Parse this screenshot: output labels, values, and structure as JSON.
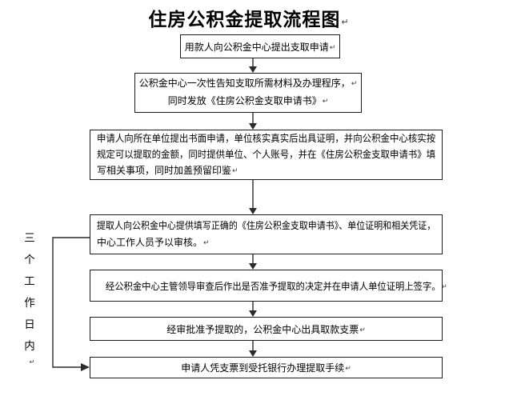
{
  "title": {
    "text": "住房公积金提取流程图"
  },
  "paragraph_mark": "↵",
  "steps": [
    {
      "name": "step-1",
      "lines": [
        "用款人向公积金中心提出支取申请"
      ]
    },
    {
      "name": "step-2",
      "lines": [
        "公积金中心一次性告知支取所需材料及办理程序，",
        "同时发放《住房公积金支取申请书》"
      ]
    },
    {
      "name": "step-3",
      "lines": [
        "申请人向所在单位提出书面申请，单位核实真实后出具证明，并向公积金中心核实按",
        "规定可以提取的金额，同时提供单位、个人账号，并在《住房公积金支取申请书》填",
        "写相关事项，同时加盖预留印鉴"
      ]
    },
    {
      "name": "step-4",
      "lines": [
        "提取人向公积金中心提供填写正确的《住房公积金支取申请书》、单位证明和相关凭证，",
        "中心工作人员予以审核。"
      ]
    },
    {
      "name": "step-5",
      "lines": [
        "经公积金中心主管领导审查后作出是否准予提取的决定并在申请人单位证明上签字。"
      ]
    },
    {
      "name": "step-6",
      "lines": [
        "经审批准予提取的，公积金中心出具取款支票"
      ]
    },
    {
      "name": "step-7",
      "lines": [
        "申请人凭支票到受托银行办理提取手续"
      ]
    }
  ],
  "side_label": {
    "text": "三个工作日内",
    "chars": [
      "三",
      "个",
      "工",
      "作",
      "日",
      "内"
    ]
  },
  "colors": {
    "background": "#ffffff",
    "box_border": "#1c1c1c",
    "text": "#000000",
    "connector": "#2b2b2b"
  }
}
